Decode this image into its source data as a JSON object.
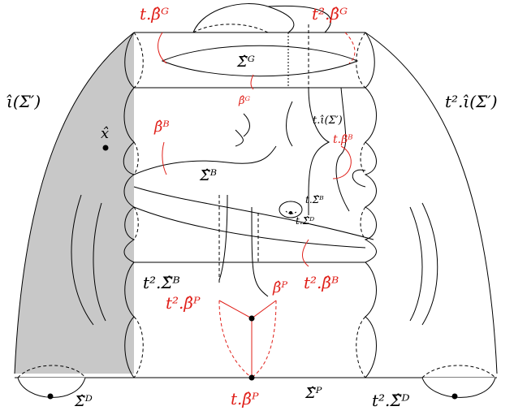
{
  "colors": {
    "stroke": "#000000",
    "highlight": "#e0201a",
    "shade": "#c8c8c8",
    "background": "#ffffff"
  },
  "labels": {
    "iota_sigma_prime": "ι̂(Σ′)",
    "t2_iota_sigma_prime": "t².ι̂(Σ′)",
    "x_hat": "x̂",
    "t_beta_G": "t.β̂ᴳ",
    "t2_beta_G": "t².β̂ᴳ",
    "sigma_G": "Σ̂ᴳ",
    "beta_G": "β̂ᴳ",
    "t_iota_small": "t.ι̂(Σ′)",
    "beta_B": "β̂ᴮ",
    "t_beta_B": "t.β̂ᴮ",
    "sigma_B": "Σ̂ᴮ",
    "t_sigma_B": "t.Σ̂ᴮ",
    "t_sigma_D": "t.Σ̂ᴰ",
    "t2_sigma_B": "t².Σ̂ᴮ",
    "t2_beta_B": "t².β̂ᴮ",
    "t2_beta_P": "t².β̂ᴾ",
    "beta_P": "β̂ᴾ",
    "sigma_D": "Σ̂ᴰ",
    "t_beta_P": "t.β̂ᴾ",
    "sigma_P": "Σ̂ᴾ",
    "t2_sigma_D": "t².Σ̂ᴰ"
  }
}
